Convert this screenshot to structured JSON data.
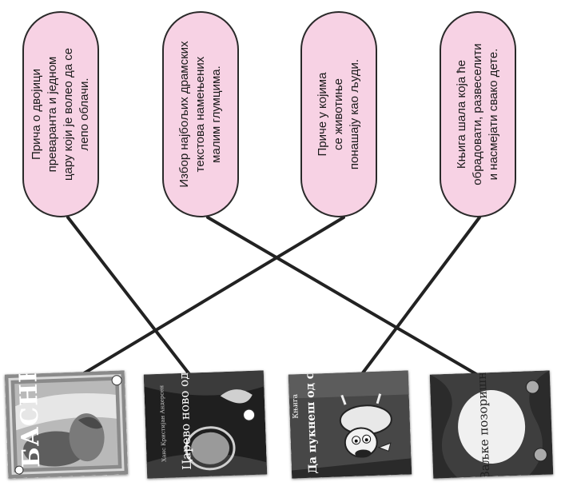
{
  "descriptions": [
    {
      "text": "Прича о двојици\nпреваранта и једном\nцару који је волео да се\nлепо облачи."
    },
    {
      "text": "Избор најбољих драмских\nтекстова намењених\nмалим глумцима."
    },
    {
      "text": "Приче у којима\nсе животиње\nпонашају као људи."
    },
    {
      "text": "Књига шала која ће\nобрадовати, развеселити\nи насмејати свако дете."
    }
  ],
  "books": [
    {
      "title": "БАСНЕ"
    },
    {
      "title": "Царево ново одело",
      "author": "Ханс Кристијан Андерсен"
    },
    {
      "title": "Да пукнеш од смеха",
      "kicker": "Књига"
    },
    {
      "title": "Ваљке позоришну игру"
    }
  ],
  "colors": {
    "pill_fill": "#f7d2e4",
    "pill_border": "#2a2a2a",
    "line": "#222222"
  }
}
